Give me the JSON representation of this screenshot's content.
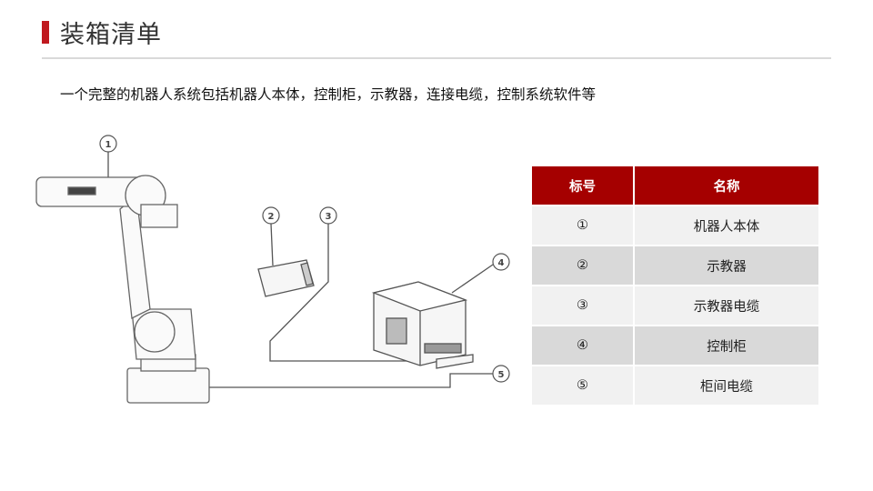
{
  "header": {
    "title": "装箱清单"
  },
  "description": "一个完整的机器人系统包括机器人本体，控制柜，示教器，连接电缆，控制系统软件等",
  "diagram": {
    "callouts": [
      "1",
      "2",
      "3",
      "4",
      "5"
    ]
  },
  "table": {
    "headers": [
      "标号",
      "名称"
    ],
    "rows": [
      {
        "id": "①",
        "name": "机器人本体"
      },
      {
        "id": "②",
        "name": "示教器"
      },
      {
        "id": "③",
        "name": "示教器电缆"
      },
      {
        "id": "④",
        "name": "控制柜"
      },
      {
        "id": "⑤",
        "name": "柜间电缆"
      }
    ]
  },
  "colors": {
    "accent": "#a50000",
    "bar": "#c0191f"
  }
}
